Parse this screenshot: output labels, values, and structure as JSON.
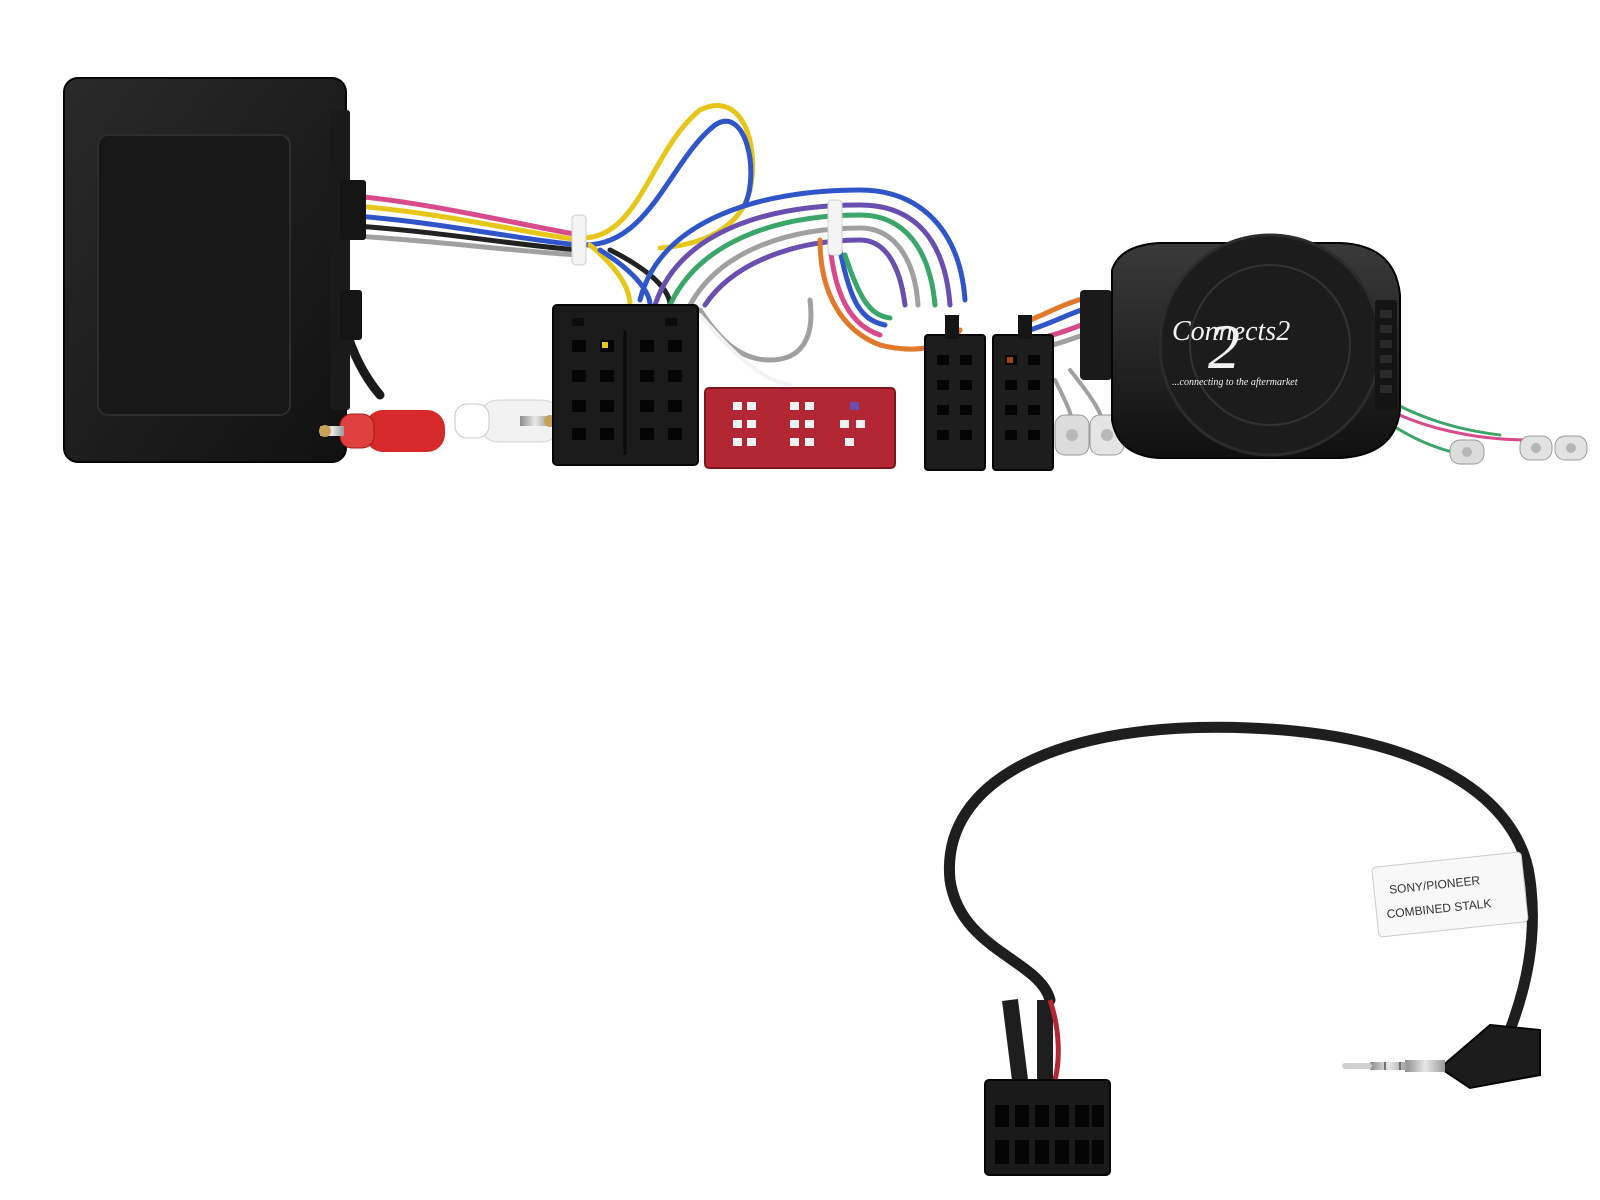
{
  "product": {
    "brand_logo": "Connects2",
    "tagline": "...connecting to the aftermarket",
    "patch_lead_label_line1": "SONY/PIONEER",
    "patch_lead_label_line2": "COMBINED STALK"
  },
  "colors": {
    "module_black": "#1c1c1c",
    "connector_red": "#b32633",
    "rca_red": "#d62a2a",
    "rca_white": "#f2f2f2",
    "wire_yellow": "#e6c619",
    "wire_blue": "#2f55c9",
    "wire_violet": "#6a4fb0",
    "wire_green": "#3aa66a",
    "wire_orange": "#e07a2a",
    "wire_pink": "#d84a8a",
    "wire_grey": "#a0a0a0"
  },
  "icons": [
    "interface-box",
    "steering-control-module",
    "iso-connector",
    "rca-plug",
    "3-5mm-jack-plug"
  ]
}
